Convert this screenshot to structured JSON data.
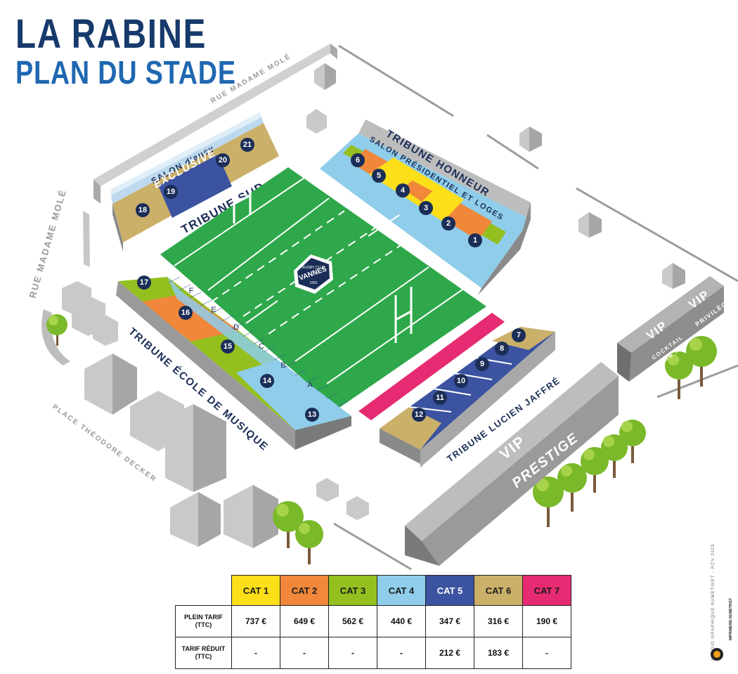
{
  "title": {
    "line1": "LA RABINE",
    "line2": "PLAN DU STADE"
  },
  "streets": {
    "rue_madame_mole_top": "RUE MADAME MOLÉ",
    "rue_madame_mole_left": "RUE MADAME MOLÉ",
    "place_theodore_decker": "PLACE THÉODORE DECKER"
  },
  "stands": {
    "honneur": "TRIBUNE HONNEUR",
    "honneur_sub": "SALON PRÉSIDENTIEL ET LOGES",
    "sud": "TRIBUNE SUD",
    "salon_exclusive_1": "SALON d'aucy",
    "salon_exclusive_2": "EXCLUSIVE",
    "ecole": "TRIBUNE ÉCOLE DE MUSIQUE",
    "lucien": "TRIBUNE LUCIEN JAFFRÉ"
  },
  "vip": {
    "cocktail_vip1": "VIP",
    "cocktail_vip2": "VIP",
    "cocktail_text1": "COCKTAIL",
    "cocktail_text2": "KLUB XV",
    "privilege": "PRIVILÈGE",
    "prestige_vip": "VIP",
    "prestige": "PRESTIGE"
  },
  "logo": {
    "name": "VANNES",
    "top": "RUGBY CLUB",
    "year": "1950"
  },
  "blocks": {
    "b1": "1",
    "b2": "2",
    "b3": "3",
    "b4": "4",
    "b5": "5",
    "b6": "6",
    "b7": "7",
    "b8": "8",
    "b9": "9",
    "b10": "10",
    "b11": "11",
    "b12": "12",
    "b13": "13",
    "b14": "14",
    "b15": "15",
    "b16": "16",
    "b17": "17",
    "b18": "18",
    "b19": "19",
    "b20": "20",
    "b21": "21"
  },
  "letters": {
    "A": "A",
    "B": "B",
    "C": "C",
    "D": "D",
    "E": "E",
    "F": "F"
  },
  "colors": {
    "cat1": "#fcdf18",
    "cat2": "#f0873a",
    "cat3": "#93c01f",
    "cat4": "#8fcdea",
    "cat5": "#3b53a0",
    "cat6": "#cbb06a",
    "cat7": "#e62b72",
    "pitch": "#2ea84a",
    "navy": "#1b2e57"
  },
  "prices": {
    "categories": [
      "CAT 1",
      "CAT 2",
      "CAT 3",
      "CAT 4",
      "CAT 5",
      "CAT 6",
      "CAT 7"
    ],
    "rows": [
      {
        "label1": "PLEIN TARIF",
        "label2": "(TTC)",
        "values": [
          "737 €",
          "649 €",
          "562 €",
          "440 €",
          "347 €",
          "316 €",
          "190 €"
        ]
      },
      {
        "label1": "TARIF RÉDUIT",
        "label2": "(TTC)",
        "values": [
          "-",
          "-",
          "-",
          "-",
          "212 €",
          "183 €",
          "-"
        ]
      }
    ]
  },
  "credit": "STUDIO GRAPHIQUE NUMETIKET - RCV 2025",
  "printer": "IMPRIMERIE NUMETIKET"
}
